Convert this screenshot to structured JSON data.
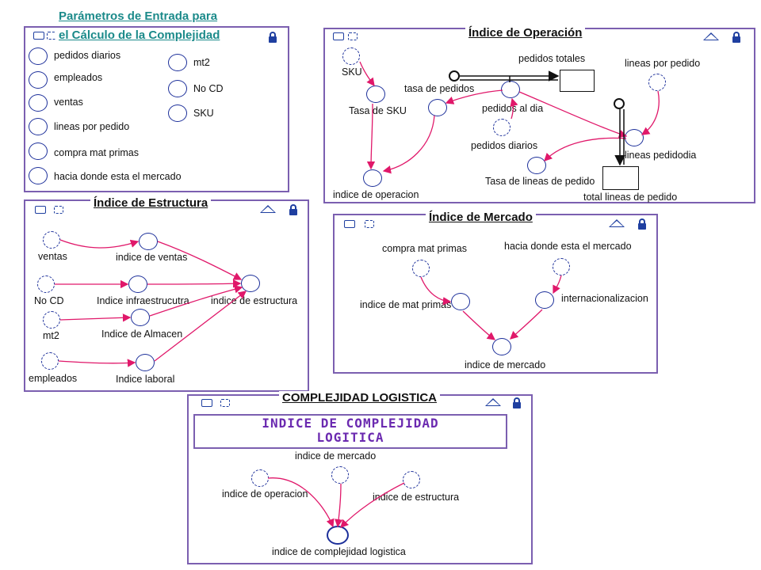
{
  "params": {
    "title_line1": "Parámetros de Entrada para",
    "title_line2": "el Cálculo de la Complejidad",
    "items_left": [
      "pedidos diarios",
      "empleados",
      "ventas",
      "lineas por pedido",
      "compra mat primas",
      "hacia donde esta el mercado"
    ],
    "items_right": [
      "mt2",
      "No CD",
      "SKU"
    ]
  },
  "operacion": {
    "title": "Índice de Operación",
    "labels": {
      "sku": "SKU",
      "tasa_sku": "Tasa de SKU",
      "tasa_pedidos": "tasa de pedidos",
      "pedidos_totales": "pedidos totales",
      "pedidos_al_dia": "pedidos al dia",
      "pedidos_diarios": "pedidos diarios",
      "lineas_por_pedido": "lineas por pedido",
      "lineas_pedidodia": "lineas pedidodia",
      "tasa_lineas": "Tasa de  lineas de pedido",
      "total_lineas": "total lineas de pedido",
      "indice_operacion": "indice de operacion"
    }
  },
  "estructura": {
    "title": "Índice de Estructura",
    "labels": {
      "ventas": "ventas",
      "indice_ventas": "indice de ventas",
      "no_cd": "No CD",
      "indice_infra": "Indice infraestrucutra",
      "indice_estructura": "indice de estructura",
      "mt2": "mt2",
      "indice_almacen": "Indice de Almacen",
      "empleados": "empleados",
      "indice_laboral": "Indice laboral"
    }
  },
  "mercado": {
    "title": "Índice de Mercado",
    "labels": {
      "compra": "compra mat primas",
      "hacia": "hacia donde esta el mercado",
      "indice_mat": "indice de mat primas",
      "internacionalizacion": "internacionalizacion",
      "indice_mercado": "indice de mercado"
    }
  },
  "complejidad": {
    "title": "COMPLEJIDAD LOGISTICA",
    "banner_line1": "INDICE DE COMPLEJIDAD",
    "banner_line2": "LOGITICA",
    "labels": {
      "indice_mercado": "indice de mercado",
      "indice_operacion": "indice de operacion",
      "indice_estructura": "indice de estructura",
      "indice_complejidad": "indice de complejidad logistica"
    }
  },
  "colors": {
    "frame": "#7b5fb0",
    "node": "#1c2f9a",
    "arrow": "#e0186a",
    "title_link": "#1b8a8a"
  }
}
